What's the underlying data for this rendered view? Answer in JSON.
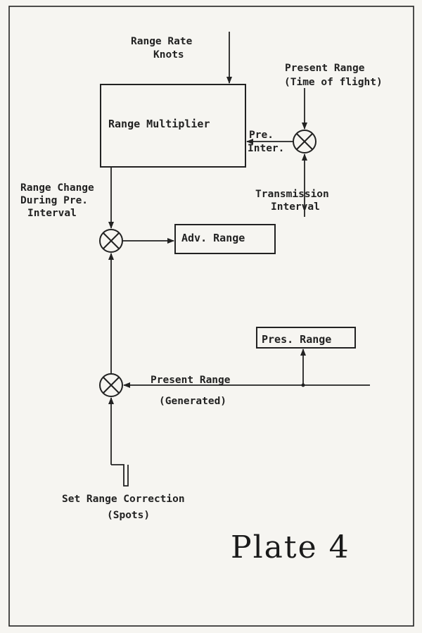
{
  "inputs": {
    "range_rate_line1": "Range Rate",
    "range_rate_line2": "Knots",
    "present_range_line1": "Present Range",
    "present_range_line2": "(Time of flight)",
    "transmission_line1": "Transmission",
    "transmission_line2": "Interval",
    "set_range_line1": "Set Range Correction",
    "set_range_line2": "(Spots)"
  },
  "blocks": {
    "range_multiplier": "Range Multiplier",
    "adv_range": "Adv. Range",
    "pres_range": "Pres. Range"
  },
  "signals": {
    "pre_inter_line1": "Pre.",
    "pre_inter_line2": "Inter.",
    "range_change_line1": "Range Change",
    "range_change_line2": "During Pre.",
    "range_change_line3": "Interval",
    "present_range_gen_line1": "Present Range",
    "present_range_gen_line2": "(Generated)"
  },
  "caption": "Plate 4"
}
